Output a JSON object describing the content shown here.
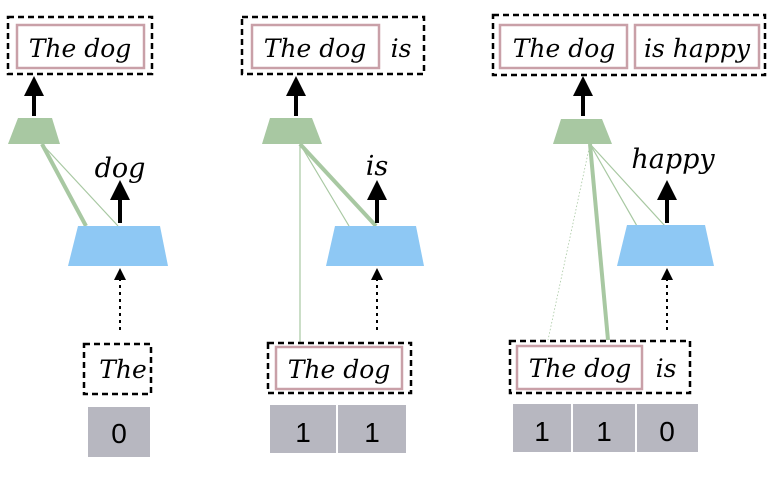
{
  "panels": [
    {
      "output_tokens": [
        "The dog"
      ],
      "predicted_word": "dog",
      "input_tokens": [
        "The"
      ],
      "bits": [
        "0"
      ]
    },
    {
      "output_tokens": [
        "The dog",
        "is"
      ],
      "predicted_word": "is",
      "input_tokens": [
        "The dog"
      ],
      "bits": [
        "1",
        "1"
      ]
    },
    {
      "output_tokens": [
        "The dog",
        "is happy"
      ],
      "predicted_word": "happy",
      "input_tokens": [
        "The dog",
        "is"
      ],
      "bits": [
        "1",
        "1",
        "0"
      ]
    }
  ],
  "colors": {
    "composer_green": "#a8c8a2",
    "encoder_blue": "#8ec8f4",
    "bit_box_gray": "#b7b7c0",
    "token_border_pink": "#c9a0a8"
  },
  "icons": [
    "up-arrow-icon",
    "dotted-up-arrow-icon"
  ]
}
